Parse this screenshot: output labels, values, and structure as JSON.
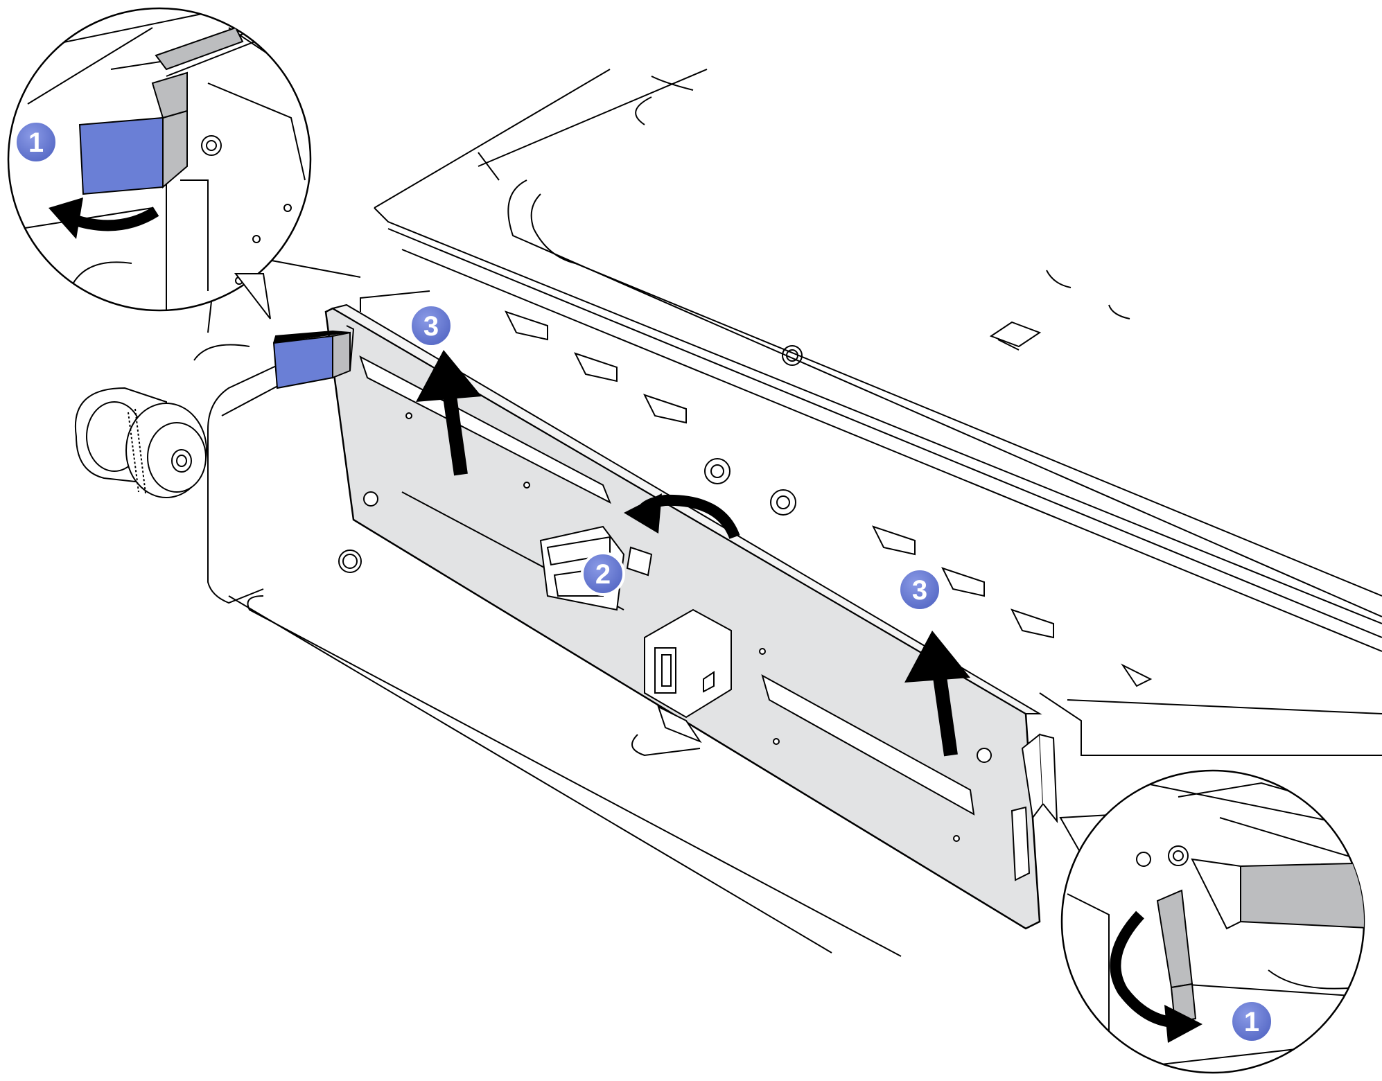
{
  "callouts": [
    {
      "label": "1"
    },
    {
      "label": "2"
    },
    {
      "label": "3"
    },
    {
      "label": "3"
    },
    {
      "label": "1"
    }
  ],
  "colors": {
    "stroke": "#000000",
    "metal_fill": "#e2e3e4",
    "latch_blue": "#6a7fd6",
    "latch_gray": "#bcbdbf",
    "callout_fill": "#6a7fd6",
    "callout_ring": "#ffffff"
  },
  "icons": [
    "curved-arrow-icon",
    "up-arrow-icon",
    "callout-badge-icon"
  ]
}
